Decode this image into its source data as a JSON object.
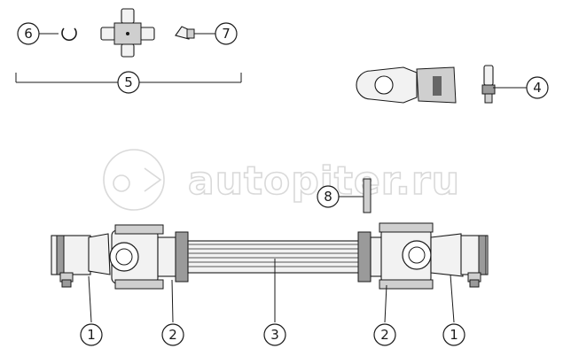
{
  "watermark": {
    "text": "autopiter.ru",
    "color": "#d9d9d9"
  },
  "callouts": [
    {
      "id": "c1-left",
      "label": "1"
    },
    {
      "id": "c2-left",
      "label": "2"
    },
    {
      "id": "c3",
      "label": "3"
    },
    {
      "id": "c2-right",
      "label": "2"
    },
    {
      "id": "c1-right",
      "label": "1"
    },
    {
      "id": "c4",
      "label": "4"
    },
    {
      "id": "c5",
      "label": "5"
    },
    {
      "id": "c6",
      "label": "6"
    },
    {
      "id": "c7",
      "label": "7"
    },
    {
      "id": "c8",
      "label": "8"
    }
  ],
  "colors": {
    "line": "#1a1a1a",
    "fill_light": "#f2f2f2",
    "fill_dark": "#9a9a9a"
  }
}
